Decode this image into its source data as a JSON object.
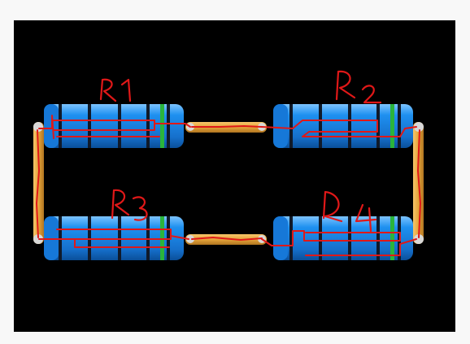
{
  "colors": {
    "page_bg": "#f8f8f8",
    "canvas_bg": "#000000",
    "resistor_body": "#1e90f0",
    "resistor_body_dark": "#0a4f9a",
    "band": "#101a2a",
    "gold_band": "#2ab43c",
    "lead_wire": "#e5a53a",
    "ink": "#e01818"
  },
  "resistors": [
    {
      "id": "r1",
      "label": "R1"
    },
    {
      "id": "r2",
      "label": "R2"
    },
    {
      "id": "r3",
      "label": "R3"
    },
    {
      "id": "r4",
      "label": "R4"
    }
  ]
}
